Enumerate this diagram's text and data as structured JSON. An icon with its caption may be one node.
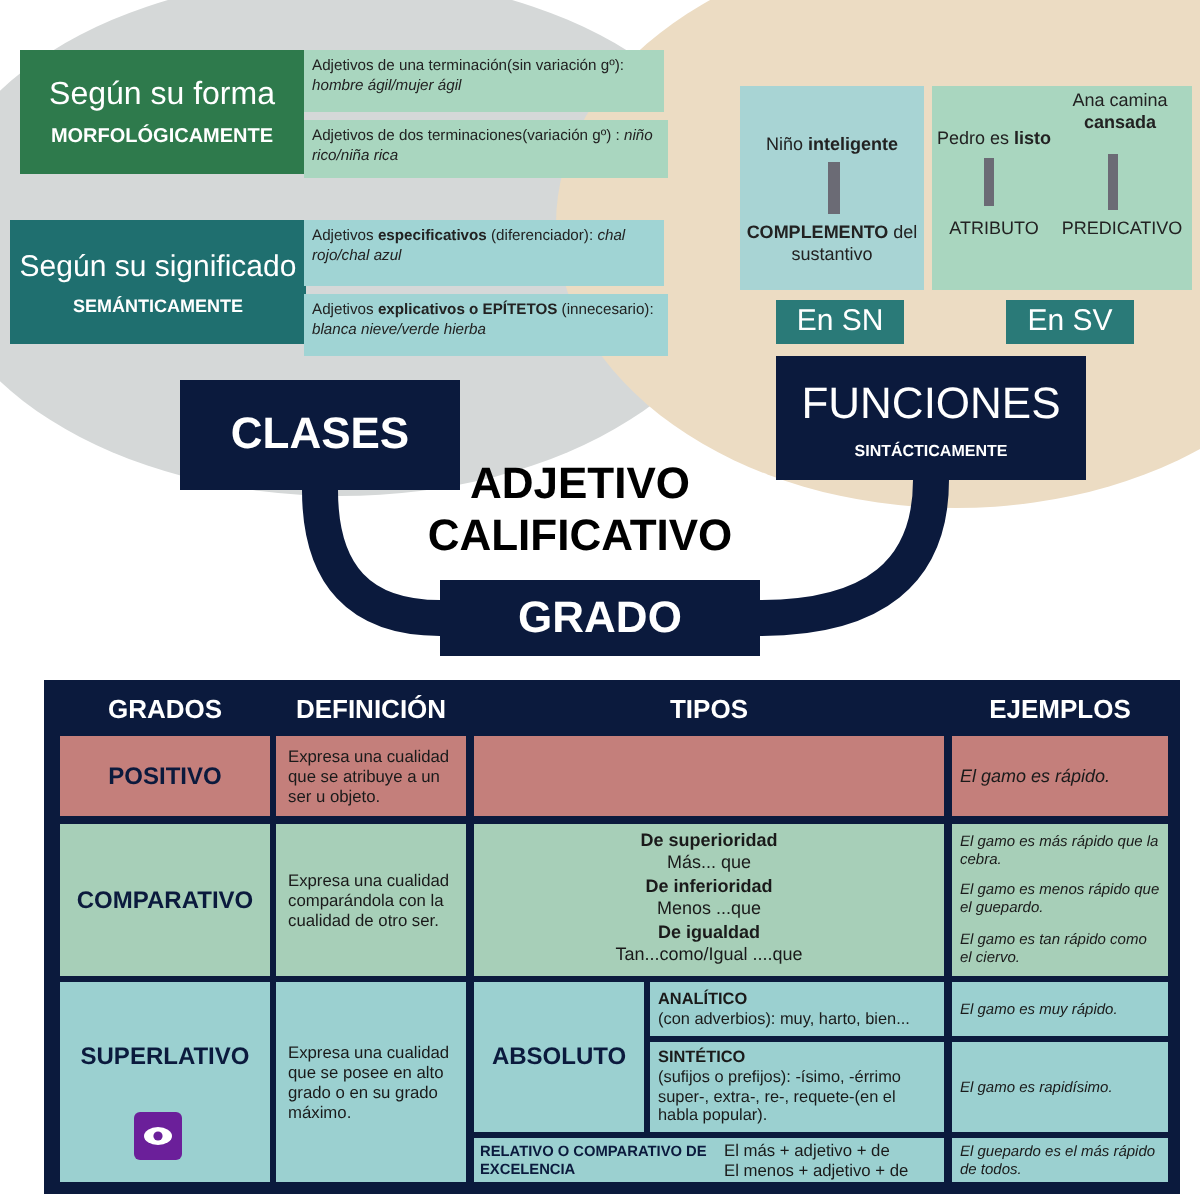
{
  "diagram": {
    "nodes": [
      {
        "text": [
          "Según su forma",
          "MORFOLÓGICAMENTE"
        ]
      },
      {
        "text": [
          "Adjetivos de una terminación(sin variación gº): *hombre ágil/mujer ágil*"
        ]
      },
      {
        "text": [
          "Adjetivos de dos terminaciones(variación gº) : *niño rico/niña rica*"
        ]
      },
      {
        "text": [
          "Según su significado",
          "SEMÁNTICAMENTE"
        ]
      },
      {
        "text": [
          "Adjetivos **especificativos** (diferenciador): *chal rojo/chal azul*"
        ]
      },
      {
        "text": [
          "Adjetivos **explicativos o EPÍTETOS** (innecesario): *blanca nieve/verde hierba*"
        ]
      },
      {
        "text": [
          "CLASES"
        ]
      },
      {
        "text": [
          "Niño **inteligente**",
          "**COMPLEMENTO** del sustantivo"
        ]
      },
      {
        "text": [
          "En SN"
        ]
      },
      {
        "text": [
          "Ana camina **cansada**",
          "Pedro es **listo**",
          "ATRIBUTO",
          "PREDICATIVO"
        ]
      },
      {
        "text": [
          "En SV"
        ]
      },
      {
        "text": [
          "FUNCIONES",
          "SINTÁCTICAMENTE"
        ]
      },
      {
        "text": [
          "ADJETIVO CALIFICATIVO"
        ]
      },
      {
        "text": [
          "GRADO"
        ]
      }
    ],
    "edges": [
      {
        "from": 6,
        "to": 13,
        "arrow": "none"
      },
      {
        "from": 11,
        "to": 13,
        "arrow": "none"
      }
    ],
    "labels": [
      "GRADOS",
      "DEFINICIÓN",
      "TIPOS",
      "EJEMPLOS",
      "POSITIVO",
      "Expresa una cualidad que se atribuye a un ser u objeto.",
      "El gamo es rápido.",
      "COMPARATIVO",
      "Expresa una cualidad comparándola con la cualidad de otro ser.",
      "De superioridad",
      "Más... que",
      "De inferioridad",
      "Menos ...que",
      "De igualdad",
      "Tan...como/Igual ....que",
      "El gamo es más rápido que la cebra.",
      "El gamo es menos rápido que el guepardo.",
      "El gamo es tan rápido como el ciervo.",
      "SUPERLATIVO",
      "Expresa una cualidad que se posee en alto grado o en su grado máximo.",
      "ABSOLUTO",
      "**ANALÍTICO** (con adverbios): muy, harto, bien...",
      "El gamo es muy rápido.",
      "**SINTÉTICO** (sufijos o prefijos): -ísimo, -érrimo super-, extra-, re-, requete-(en el habla popular).",
      "El gamo es rapidísimo.",
      "RELATIVO O COMPARATIVO DE EXCELENCIA",
      "El más + adjetivo + de",
      "El menos + adjetivo + de",
      "El guepardo es el más rápido de todos."
    ]
  }
}
